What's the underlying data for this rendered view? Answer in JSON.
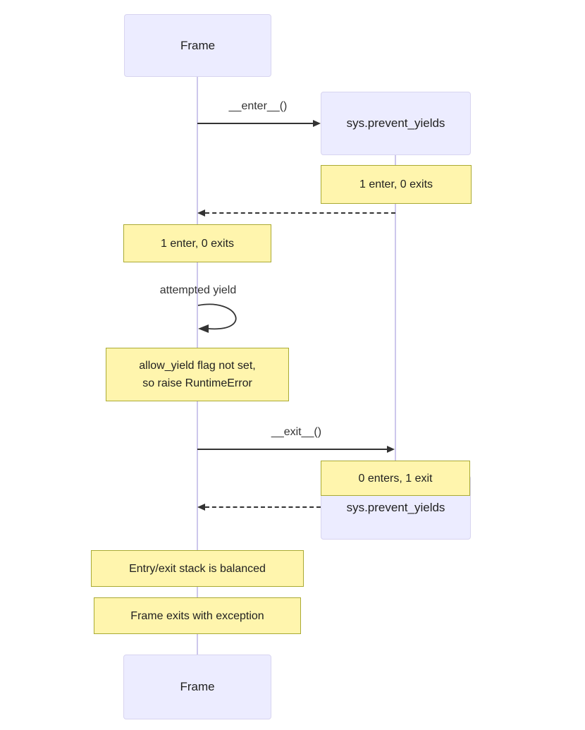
{
  "diagram": {
    "type": "sequence-diagram",
    "actors": {
      "frame": {
        "label": "Frame"
      },
      "sys": {
        "label": "sys.prevent_yields"
      }
    },
    "messages": {
      "enter": "__enter__()",
      "self_yield": "attempted yield",
      "exit": "__exit__()"
    },
    "notes": {
      "sys_enter": "1 enter, 0 exits",
      "frame_enter": "1 enter, 0 exits",
      "allow_yield": {
        "line1": "allow_yield flag not set,",
        "line2": "so raise RuntimeError"
      },
      "sys_exit": "0 enters, 1 exit",
      "stack_balanced": "Entry/exit stack is balanced",
      "frame_exception": "Frame exits with exception"
    },
    "colors": {
      "actor_fill": "#ececff",
      "actor_border": "#d8d4f0",
      "note_fill": "#fff5ad",
      "note_border": "#aaaa33",
      "line_color": "#333333",
      "lifeline_color": "#cdc7ec",
      "text_color": "#1f1f1f"
    }
  }
}
